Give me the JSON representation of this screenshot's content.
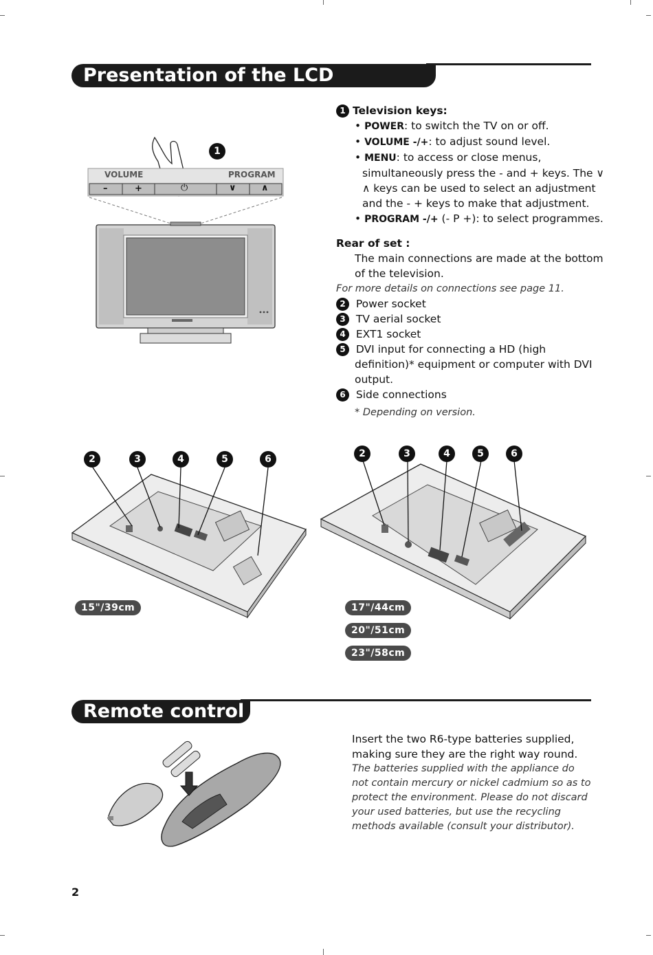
{
  "sections": {
    "presentation_title": "Presentation of the LCD Television",
    "remote_title": "Remote control"
  },
  "keypanel": {
    "volume_label": "VOLUME",
    "program_label": "PROGRAM",
    "key_minus": "–",
    "key_plus": "+",
    "key_power": "⏻",
    "key_down": "∨",
    "key_up": "∧",
    "callout": "1"
  },
  "tv_keys": {
    "number": "1",
    "heading": "Television keys:",
    "items": [
      {
        "bold": "POWER",
        "rest": ": to switch the TV on or off."
      },
      {
        "bold": "VOLUME -/+",
        "rest": ": to adjust sound level."
      },
      {
        "bold": "MENU",
        "rest": ": to access or close menus, simultaneously press the - and + keys. The ∨ ∧ keys can be used to select an adjustment and the - + keys to make that adjustment."
      },
      {
        "bold": "PROGRAM -/+",
        "rest": " (- P +): to select programmes."
      }
    ]
  },
  "rear": {
    "heading": "Rear of set :",
    "intro": "The main connections are made at the bottom of the television.",
    "details_note": "For more details on connections see page 11.",
    "items": [
      {
        "num": "2",
        "text": "Power socket"
      },
      {
        "num": "3",
        "text": "TV aerial socket"
      },
      {
        "num": "4",
        "text": "EXT1 socket"
      },
      {
        "num": "5",
        "text": "DVI input for connecting a HD (high definition)* equipment or computer with DVI output."
      },
      {
        "num": "6",
        "text": "Side connections"
      }
    ],
    "footnote": "* Depending on version."
  },
  "diagrams": {
    "left_callouts": [
      "2",
      "3",
      "4",
      "5",
      "6"
    ],
    "right_callouts": [
      "2",
      "3",
      "4",
      "5",
      "6"
    ],
    "left_size": "15\"/39cm",
    "right_sizes": [
      "17\"/44cm",
      "20\"/51cm",
      "23\"/58cm"
    ]
  },
  "remote": {
    "instruction": "Insert the two R6-type batteries supplied, making sure they are the right way round.",
    "note": "The batteries supplied with the appliance do not contain mercury or nickel cadmium so as to protect the environment.  Please do not discard your used batteries, but use the recycling methods available (consult your distributor)."
  },
  "page_number": "2"
}
